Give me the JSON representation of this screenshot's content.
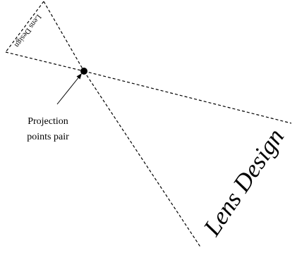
{
  "diagram": {
    "small_text": "Lens Design",
    "large_text": "Lens Design",
    "annotation_line1": "Projection",
    "annotation_line2": "points pair",
    "line_color": "#000000",
    "background_color": "#ffffff"
  }
}
